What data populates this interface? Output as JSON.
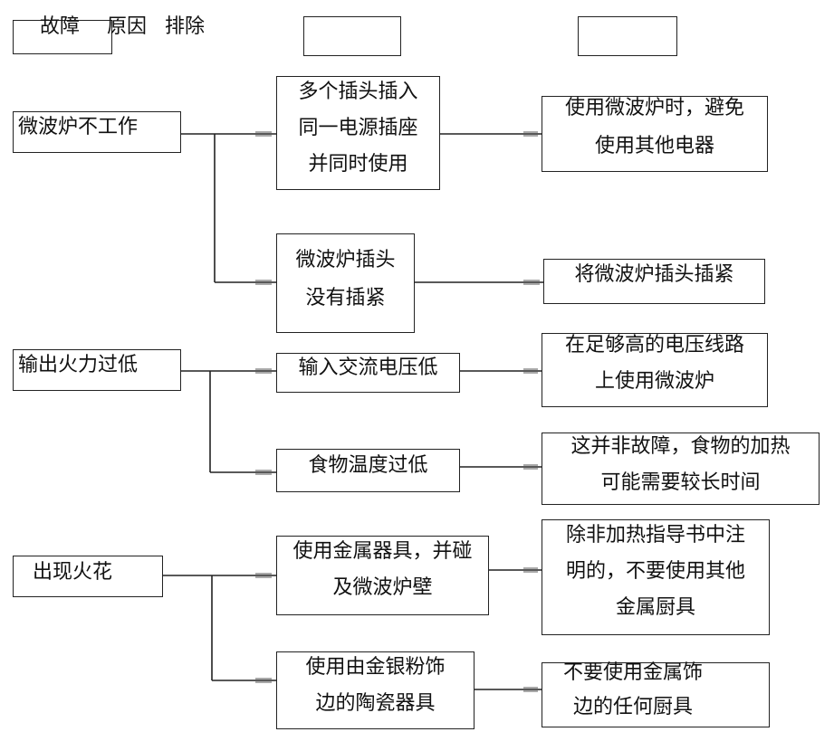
{
  "header": {
    "col1": "故障",
    "col2": "原因",
    "col3": "排除"
  },
  "faults": [
    {
      "name": "微波炉不工作"
    },
    {
      "name": "输出火力过低"
    },
    {
      "name": "出现火花"
    }
  ],
  "causes": [
    {
      "lines": [
        "多个插头插入",
        "同一电源插座",
        "并同时使用"
      ]
    },
    {
      "lines": [
        "微波炉插头",
        "没有插紧"
      ]
    },
    {
      "lines": [
        "输入交流电压低"
      ]
    },
    {
      "lines": [
        "食物温度过低"
      ]
    },
    {
      "lines": [
        "使用金属器具，并碰",
        "及微波炉壁"
      ]
    },
    {
      "lines": [
        "使用由金银粉饰",
        "边的陶瓷器具"
      ]
    }
  ],
  "remedies": [
    {
      "lines": [
        "使用微波炉时，避免",
        "使用其他电器"
      ]
    },
    {
      "lines": [
        "将微波炉插头插紧"
      ]
    },
    {
      "lines": [
        "在足够高的电压线路",
        "上使用微波炉"
      ]
    },
    {
      "lines": [
        "这并非故障，食物的加热",
        "可能需要较长时间"
      ]
    },
    {
      "lines": [
        "除非加热指导书中注",
        "明的，不要使用其他",
        "金属厨具"
      ]
    },
    {
      "lines": [
        "不要使用金属饰",
        "边的任何厨具"
      ]
    }
  ]
}
